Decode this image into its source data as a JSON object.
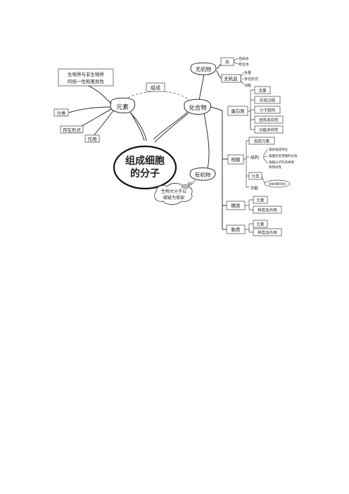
{
  "center": {
    "line1": "组成细胞",
    "line2": "的分子"
  },
  "element": {
    "label": "元素",
    "note": {
      "line1": "生物界与非生物界",
      "line2": "的统一性和差异性"
    },
    "branches": [
      "分类",
      "存在形式",
      "作用"
    ]
  },
  "link_label": "组成",
  "compound": {
    "label": "化合物",
    "inorganic": {
      "label": "无机物",
      "water": {
        "label": "水",
        "items": [
          "自由水",
          "结合水"
        ]
      },
      "salt": {
        "label": "无机盐",
        "items": [
          "含量",
          "存在形式",
          "功能"
        ]
      }
    },
    "organic": {
      "label": "有机物",
      "cloud": {
        "line1": "生物大分子以",
        "line2": "碳链为骨架"
      },
      "protein": {
        "label": "蛋白质",
        "items": [
          "含量",
          "形成过程",
          "分子结构",
          "结构多样性",
          "功能多样性"
        ]
      },
      "nucleic": {
        "label": "核酸",
        "composition": "组成元素",
        "structure": {
          "label": "结构",
          "items": [
            "基本组成单位",
            "核酸在核苷酸的长链",
            "核酸分子的多样性",
            "和特异性"
          ]
        },
        "classification": {
          "label": "分类",
          "item": "DNA和RNA"
        },
        "function": "功能"
      },
      "sugar": {
        "label": "糖类",
        "items": [
          "元素",
          "种类及作用"
        ]
      },
      "lipid": {
        "label": "脂质",
        "items": [
          "元素",
          "种类及作用"
        ]
      }
    }
  }
}
